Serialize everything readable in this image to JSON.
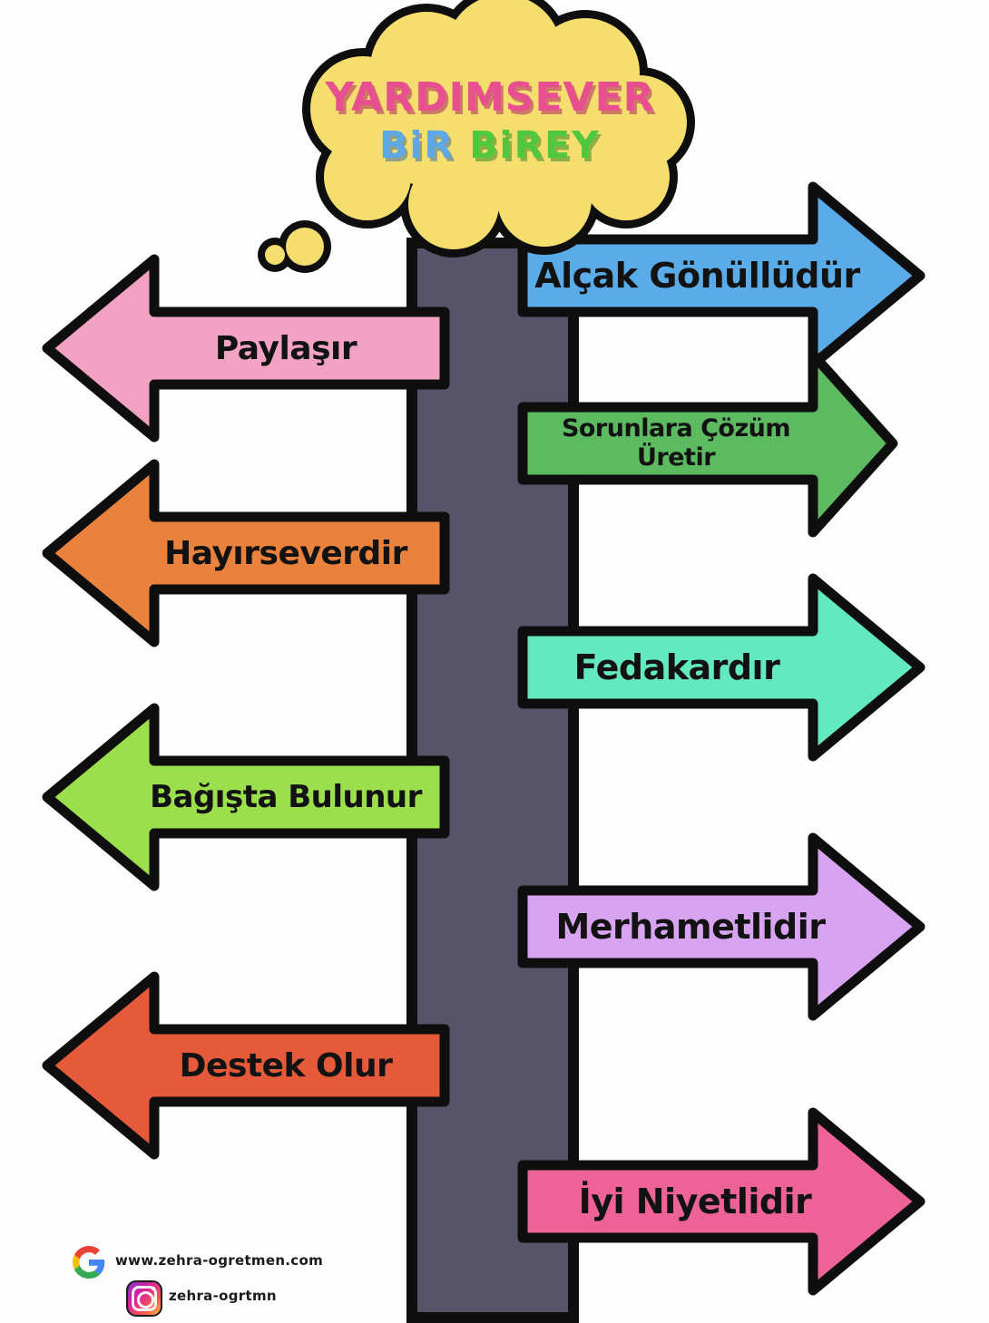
{
  "poster": {
    "title": {
      "line1": "YARDIMSEVER",
      "line2_word1": "BiR",
      "line2_word2": "BiREY",
      "line1_color": "#E84F8F",
      "word1_color": "#5FA8E8",
      "word2_color": "#50C83E",
      "bubble_color": "#F6DE6E"
    },
    "pole_color": "#575368",
    "outline_color": "#0e0e0e",
    "left_arrows": [
      {
        "label": "Paylaşır",
        "color": "#F2A3C4"
      },
      {
        "label": "Hayırseverdir",
        "color": "#E8823C"
      },
      {
        "label": "Bağışta Bulunur",
        "color": "#9CDF4D"
      },
      {
        "label": "Destek Olur",
        "color": "#E55A3A"
      }
    ],
    "right_arrows": [
      {
        "label": "Alçak Gönüllüdür",
        "color": "#5AACE8"
      },
      {
        "line1": "Sorunlara Çözüm",
        "line2": "Üretir",
        "color": "#5CBB60"
      },
      {
        "label": "Fedakardır",
        "color": "#63E9C0"
      },
      {
        "label": "Merhametlidir",
        "color": "#D8A3F0"
      },
      {
        "label": "İyi Niyetlidir",
        "color": "#EE6397"
      }
    ],
    "footer": {
      "website": "www.zehra-ogretmen.com",
      "instagram": "zehra-ogrtmn"
    }
  }
}
